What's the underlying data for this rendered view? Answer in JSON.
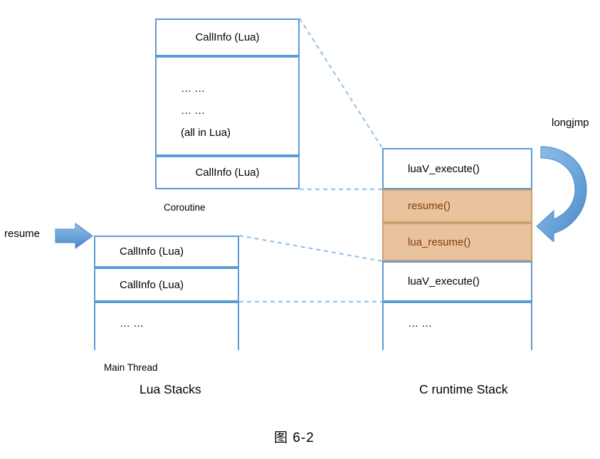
{
  "figure": {
    "caption": "图 6-2",
    "background": "#ffffff",
    "border_color": "#5b9bd5",
    "highlight_fill": "#e8c39e",
    "highlight_text": "#843c0c",
    "arrow_color": "#5b9bd5",
    "dash_color": "#9dc3e6"
  },
  "lua_stacks": {
    "group_label": "Lua Stacks",
    "coroutine": {
      "label": "Coroutine",
      "frames": [
        {
          "text": "CallInfo (Lua)",
          "highlight": false,
          "align": "center"
        },
        {
          "text": "… …",
          "highlight": false,
          "align": "left"
        },
        {
          "text": "… …",
          "highlight": false,
          "align": "left"
        },
        {
          "text": "(all in Lua)",
          "highlight": false,
          "align": "left"
        },
        {
          "text": "CallInfo (Lua)",
          "highlight": false,
          "align": "center"
        }
      ]
    },
    "main_thread": {
      "label": "Main Thread",
      "frames": [
        {
          "text": "CallInfo (Lua)",
          "highlight": false,
          "align": "left"
        },
        {
          "text": "CallInfo (Lua)",
          "highlight": false,
          "align": "left"
        },
        {
          "text": "… …",
          "highlight": false,
          "align": "left"
        }
      ]
    }
  },
  "c_runtime_stack": {
    "label": "C runtime Stack",
    "frames": [
      {
        "text": "luaV_execute()",
        "highlight": false
      },
      {
        "text": "resume()",
        "highlight": true
      },
      {
        "text": "lua_resume()",
        "highlight": true
      },
      {
        "text": "luaV_execute()",
        "highlight": false
      },
      {
        "text": "… …",
        "highlight": false
      }
    ]
  },
  "annotations": {
    "resume_label": "resume",
    "longjmp_label": "longjmp"
  }
}
